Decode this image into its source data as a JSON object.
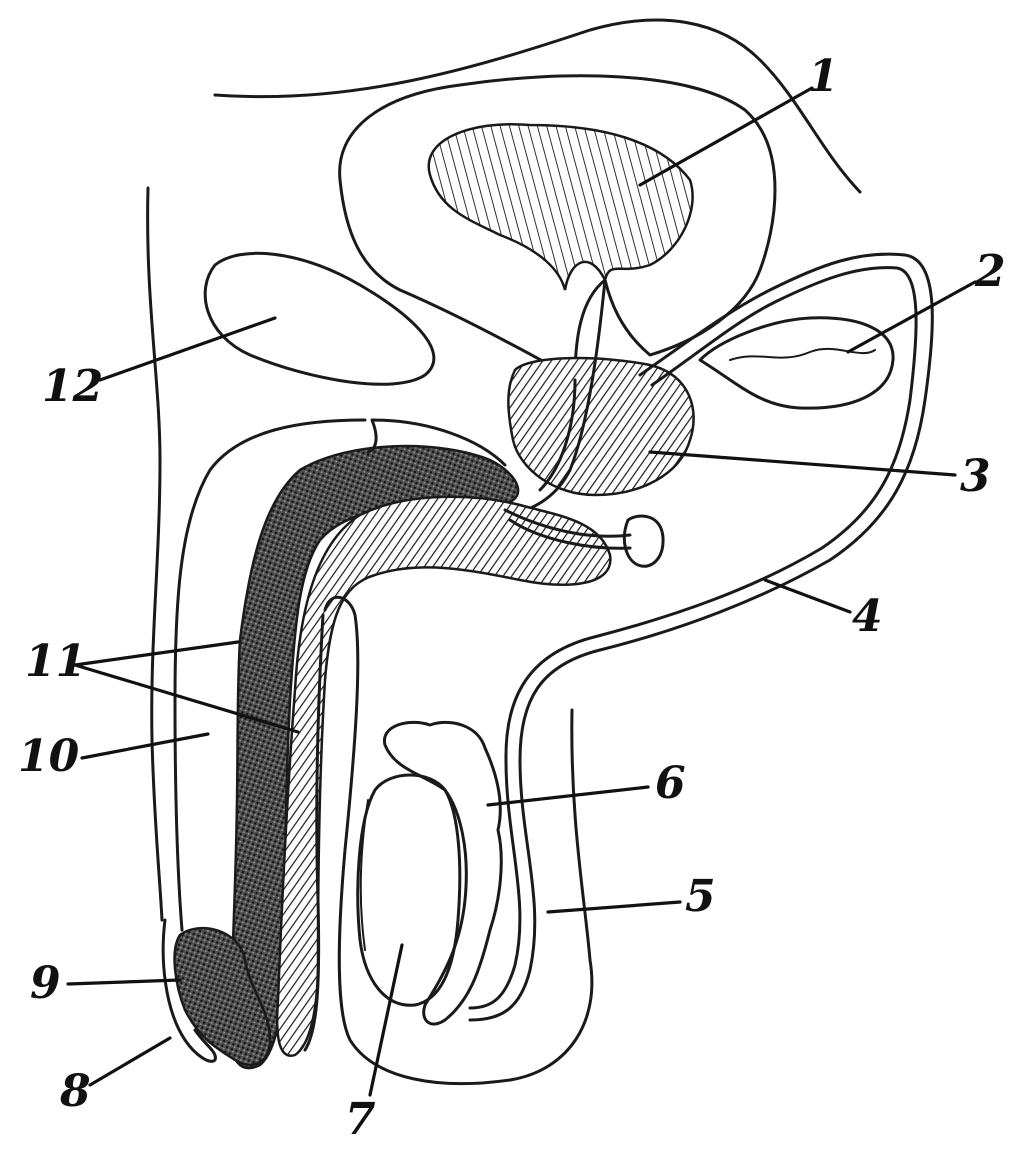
{
  "labels": [
    {
      "id": "1",
      "text": "1"
    },
    {
      "id": "2",
      "text": "2"
    },
    {
      "id": "3",
      "text": "3"
    },
    {
      "id": "4",
      "text": "4"
    },
    {
      "id": "5",
      "text": "5"
    },
    {
      "id": "6",
      "text": "6"
    },
    {
      "id": "7",
      "text": "7"
    },
    {
      "id": "8",
      "text": "8"
    },
    {
      "id": "9",
      "text": "9"
    },
    {
      "id": "10",
      "text": "10"
    },
    {
      "id": "11",
      "text": "11"
    },
    {
      "id": "12",
      "text": "12"
    }
  ],
  "colors": {
    "ink": "#1a1a1a",
    "paper": "#ffffff",
    "dense_fill": "#3a3a3a"
  }
}
